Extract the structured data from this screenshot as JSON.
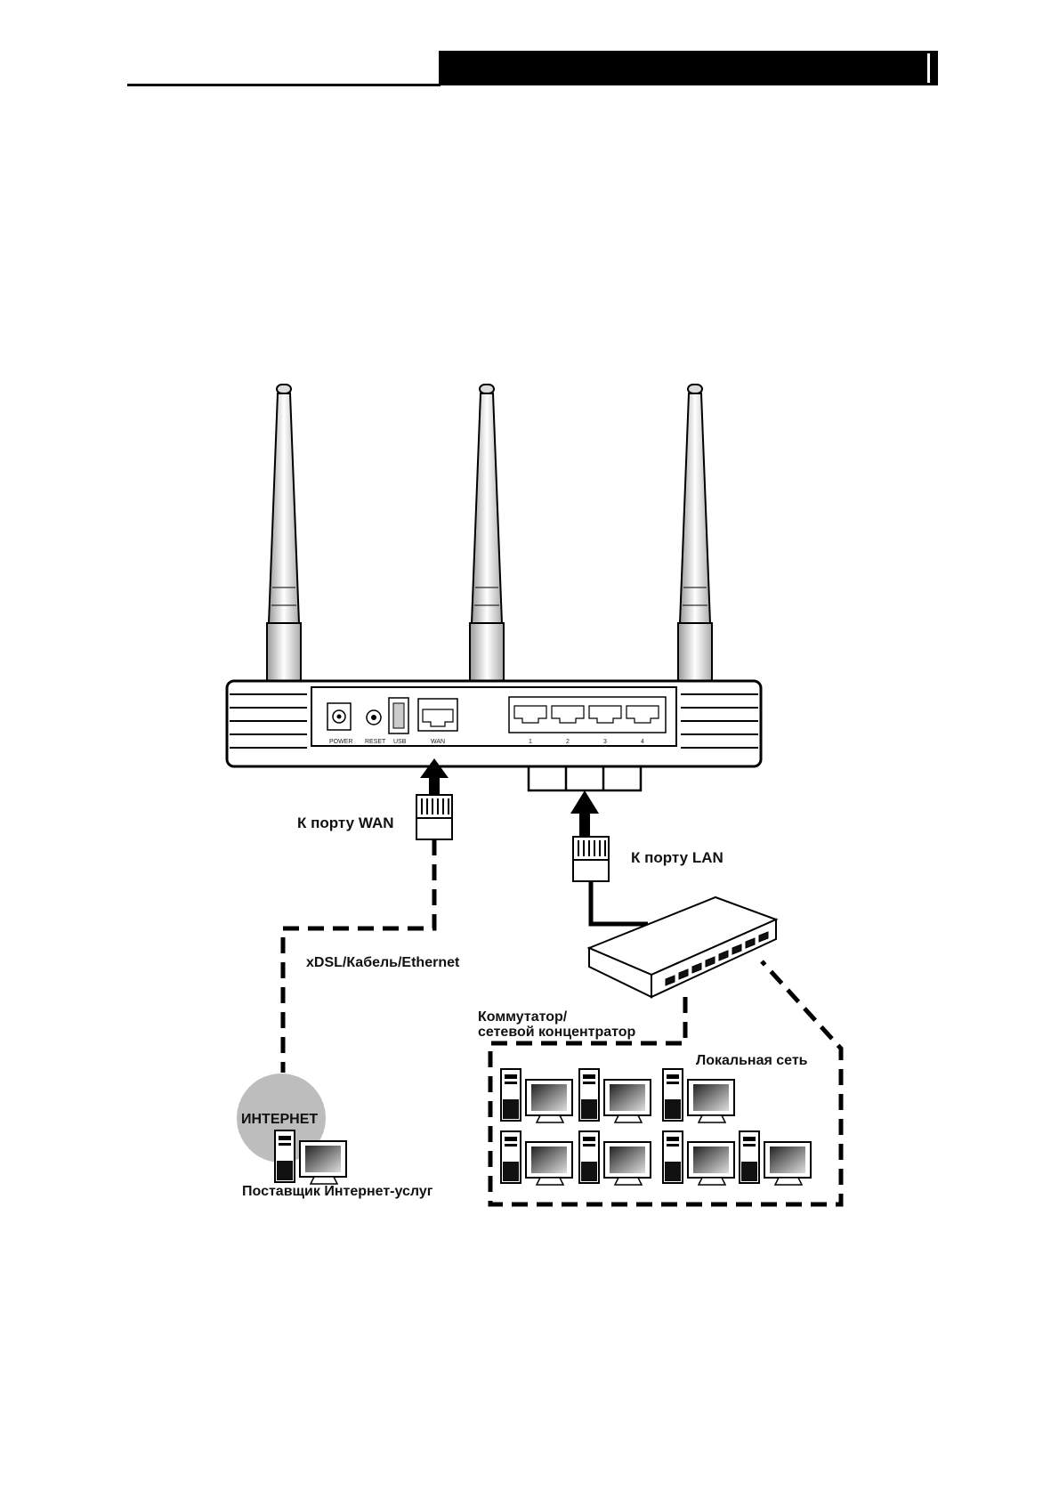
{
  "labels": {
    "wan_port": "К порту WAN",
    "lan_port": "К порту LAN",
    "xdsl": "xDSL/Кабель/Ethernet",
    "switch_line1": "Коммутатор/",
    "switch_line2": "сетевой концентратор",
    "local_net": "Локальная сеть",
    "internet": "ИНТЕРНЕТ",
    "isp": "Поставщик Интернет-услуг"
  },
  "router": {
    "port_labels": [
      "POWER",
      "RESET",
      "USB",
      "WAN"
    ],
    "lan_numbers": [
      "1",
      "2",
      "3",
      "4"
    ]
  }
}
